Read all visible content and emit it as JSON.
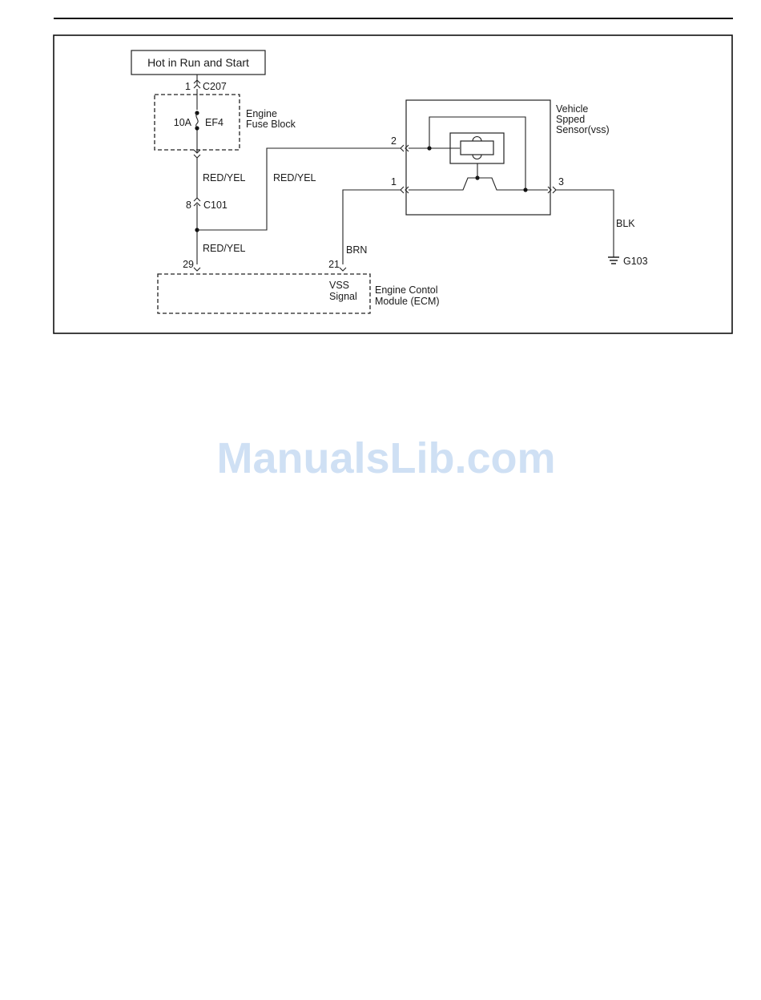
{
  "diagram": {
    "power_source": "Hot in Run and Start",
    "connectors": {
      "c207_pin": "1",
      "c207_name": "C207",
      "c101_pin": "8",
      "c101_name": "C101"
    },
    "fuse": {
      "rating": "10A",
      "name": "EF4",
      "block_line1": "Engine",
      "block_line2": "Fuse Block"
    },
    "wires": {
      "upper_red_yel": "RED/YEL",
      "branch_red_yel": "RED/YEL",
      "lower_red_yel": "RED/YEL",
      "brn": "BRN",
      "blk": "BLK"
    },
    "sensor": {
      "name_line1": "Vehicle",
      "name_line2": "Spped",
      "name_line3": "Sensor(vss)",
      "pin_2": "2",
      "pin_1": "1",
      "pin_3": "3"
    },
    "ecm": {
      "pin_29": "29",
      "pin_21": "21",
      "signal_line1": "VSS",
      "signal_line2": "Signal",
      "name_line1": "Engine Contol",
      "name_line2": "Module (ECM)"
    },
    "ground": "G103"
  },
  "watermark": "ManualsLib.com"
}
